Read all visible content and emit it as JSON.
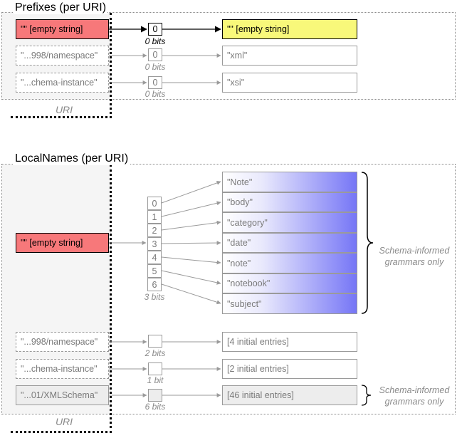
{
  "prefixes": {
    "title": "Prefixes (per URI)",
    "uri_label": "URI",
    "rows": [
      {
        "uri": "\"\" [empty string]",
        "index": "0",
        "bits": "0 bits",
        "value": "\"\" [empty string]"
      },
      {
        "uri": "\"...998/namespace\"",
        "index": "0",
        "bits": "0 bits",
        "value": "\"xml\""
      },
      {
        "uri": "\"...chema-instance\"",
        "index": "0",
        "bits": "0 bits",
        "value": "\"xsi\""
      }
    ]
  },
  "localnames": {
    "title": "LocalNames (per URI)",
    "uri_label": "URI",
    "main_uri": "\"\" [empty string]",
    "indices": [
      "0",
      "1",
      "2",
      "3",
      "4",
      "5",
      "6"
    ],
    "bits": "3 bits",
    "names": [
      "\"Note\"",
      "\"body\"",
      "\"category\"",
      "\"date\"",
      "\"note\"",
      "\"notebook\"",
      "\"subject\""
    ],
    "schema_note": "Schema-informed grammars only",
    "other_rows": [
      {
        "uri": "\"...998/namespace\"",
        "bits": "2 bits",
        "value": "[4 initial entries]"
      },
      {
        "uri": "\"...chema-instance\"",
        "bits": "1 bit",
        "value": "[2 initial entries]"
      },
      {
        "uri": "\"...01/XMLSchema\"",
        "bits": "6 bits",
        "value": "[46 initial entries]"
      }
    ],
    "schema_note_bottom": "Schema-informed grammars only"
  }
}
